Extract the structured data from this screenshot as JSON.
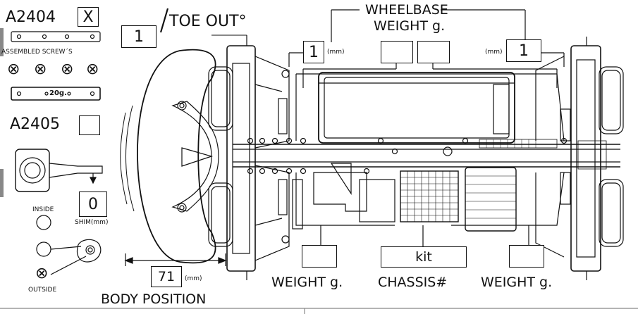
{
  "colors": {
    "ink": "#111111",
    "paper": "#ffffff",
    "frame_gray": "#888888"
  },
  "left_panel": {
    "a2404_label": "A2404",
    "a2404_checkbox": "X",
    "assembled_screws_label": "ASSEMBLED SCREW´S",
    "screw_marks": [
      "⊗",
      "⊗",
      "⊗",
      "⊗"
    ],
    "weight_plate_label": "20g.",
    "a2405_label": "A2405",
    "a2405_checkbox": "",
    "shim_value": "0",
    "shim_label": "SHIM(mm)",
    "inside_label": "INSIDE",
    "outside_label": "OUTSIDE",
    "outside_mark": "⊗"
  },
  "toe_out": {
    "value": "1",
    "label": "TOE OUT°"
  },
  "wheelbase": {
    "label": "WHEELBASE",
    "front_value": "1",
    "front_unit": "(mm)",
    "rear_value": "1",
    "rear_unit": "(mm)"
  },
  "top_weight": {
    "label": "WEIGHT g.",
    "left_value": "",
    "right_value": ""
  },
  "bottom": {
    "front_weight_value": "",
    "front_weight_label": "WEIGHT g.",
    "chassis_value": "kit",
    "chassis_label": "CHASSIS#",
    "rear_weight_value": "",
    "rear_weight_label": "WEIGHT g.",
    "body_position_value": "71",
    "body_position_unit": "(mm)",
    "body_position_label": "BODY POSITION"
  }
}
